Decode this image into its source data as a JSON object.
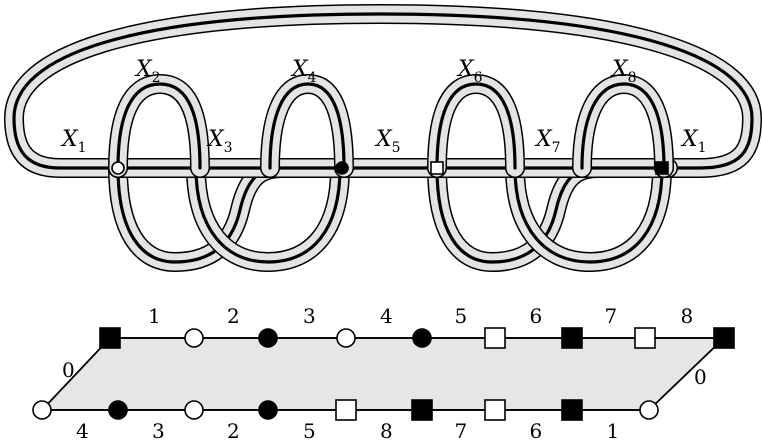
{
  "top_diagram": {
    "labels": [
      {
        "name": "X",
        "sub": "1"
      },
      {
        "name": "X",
        "sub": "2"
      },
      {
        "name": "X",
        "sub": "3"
      },
      {
        "name": "X",
        "sub": "4"
      },
      {
        "name": "X",
        "sub": "5"
      },
      {
        "name": "X",
        "sub": "6"
      },
      {
        "name": "X",
        "sub": "7"
      },
      {
        "name": "X",
        "sub": "8"
      },
      {
        "name": "X",
        "sub": "1"
      }
    ],
    "markers": [
      "white-circle",
      "black-circle",
      "white-square",
      "black-square"
    ]
  },
  "bottom_diagram": {
    "top_row": {
      "vertices": [
        "black-square",
        "white-circle",
        "black-circle",
        "white-circle",
        "black-circle",
        "white-square",
        "black-square",
        "white-square",
        "black-square"
      ],
      "edge_labels": [
        "1",
        "2",
        "3",
        "4",
        "5",
        "6",
        "7",
        "8"
      ]
    },
    "bottom_row": {
      "vertices": [
        "white-circle",
        "black-circle",
        "white-circle",
        "black-circle",
        "white-square",
        "black-square",
        "white-square",
        "black-square",
        "white-circle"
      ],
      "edge_labels": [
        "4",
        "3",
        "2",
        "5",
        "8",
        "7",
        "6",
        "1"
      ]
    },
    "side_labels": {
      "left": "0",
      "right": "0"
    }
  }
}
